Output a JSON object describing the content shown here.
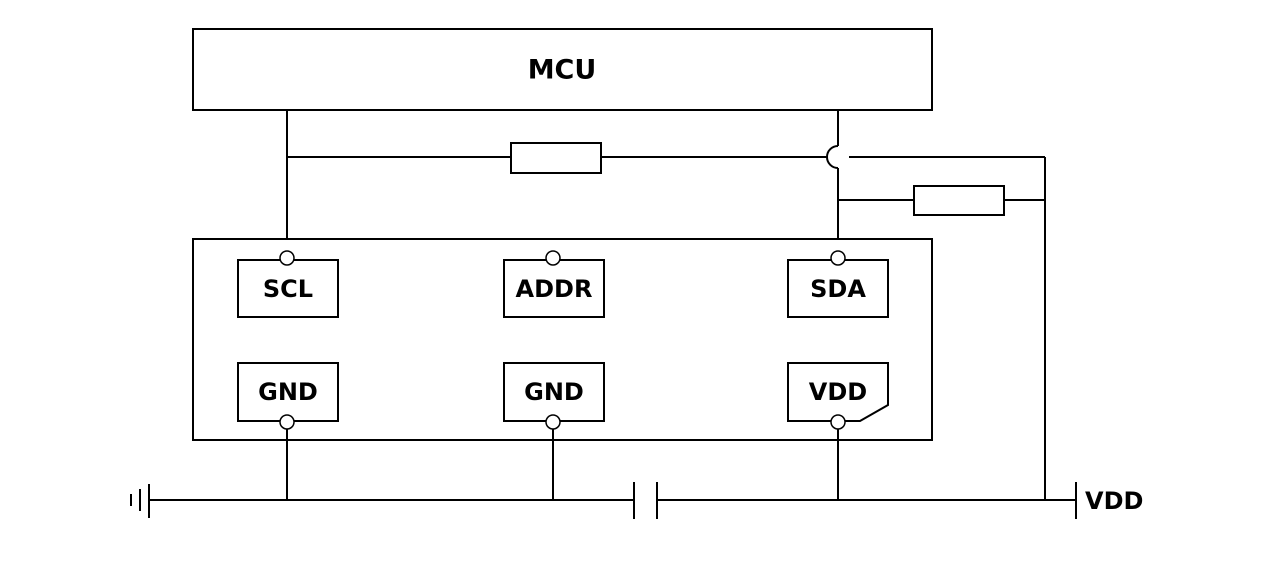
{
  "mcu": {
    "label": "MCU"
  },
  "sensor": {
    "pins_top": [
      {
        "label": "SCL"
      },
      {
        "label": "ADDR"
      },
      {
        "label": "SDA"
      }
    ],
    "pins_bottom": [
      {
        "label": "GND"
      },
      {
        "label": "GND"
      },
      {
        "label": "VDD"
      }
    ]
  },
  "supply": {
    "label": "VDD"
  }
}
